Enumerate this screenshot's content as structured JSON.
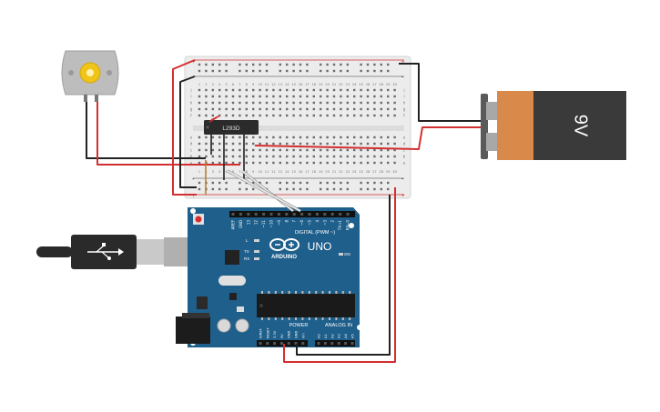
{
  "motor": {
    "icon": "dc-motor-icon"
  },
  "breadboard": {
    "column_numbers_top": [
      "1",
      "2",
      "3",
      "4",
      "5",
      "6",
      "7",
      "8",
      "9",
      "10",
      "11",
      "12",
      "13",
      "14",
      "15",
      "16",
      "17",
      "18",
      "19",
      "20",
      "21",
      "22",
      "23",
      "24",
      "25",
      "26",
      "27",
      "28",
      "29",
      "30"
    ],
    "row_letters_top": [
      "j",
      "i",
      "h",
      "g",
      "f"
    ],
    "row_letters_bottom": [
      "e",
      "d",
      "c",
      "b",
      "a"
    ],
    "rail_plus": "+",
    "rail_minus": "-"
  },
  "chip": {
    "label": "L293D"
  },
  "battery": {
    "label": "9V"
  },
  "arduino": {
    "logo_text": "ARDUINO",
    "model": "UNO",
    "digital_label": "DIGITAL (PWM ~)",
    "power_label": "POWER",
    "analog_label": "ANALOG IN",
    "on_label": "ON",
    "led_l": "L",
    "led_tx": "TX",
    "led_rx": "RX",
    "top_pins": [
      "AREF",
      "GND",
      "13",
      "12",
      "~11",
      "~10",
      "~9",
      "8",
      "7",
      "~6",
      "~5",
      "4",
      "~3",
      "2",
      "TX→1",
      "RX←0"
    ],
    "power_pins": [
      "IOREF",
      "RESET",
      "3.3V",
      "5V",
      "GND",
      "GND",
      "Vin"
    ],
    "analog_pins": [
      "A0",
      "A1",
      "A2",
      "A3",
      "A4",
      "A5"
    ]
  },
  "colors": {
    "wire_red": "#d32f2f",
    "wire_black": "#222222",
    "wire_white": "#e8e8e8",
    "board_blue": "#1f5f8b",
    "breadboard": "#eeeeee",
    "battery_orange": "#d98a4b",
    "battery_dark": "#3a3a3a"
  }
}
